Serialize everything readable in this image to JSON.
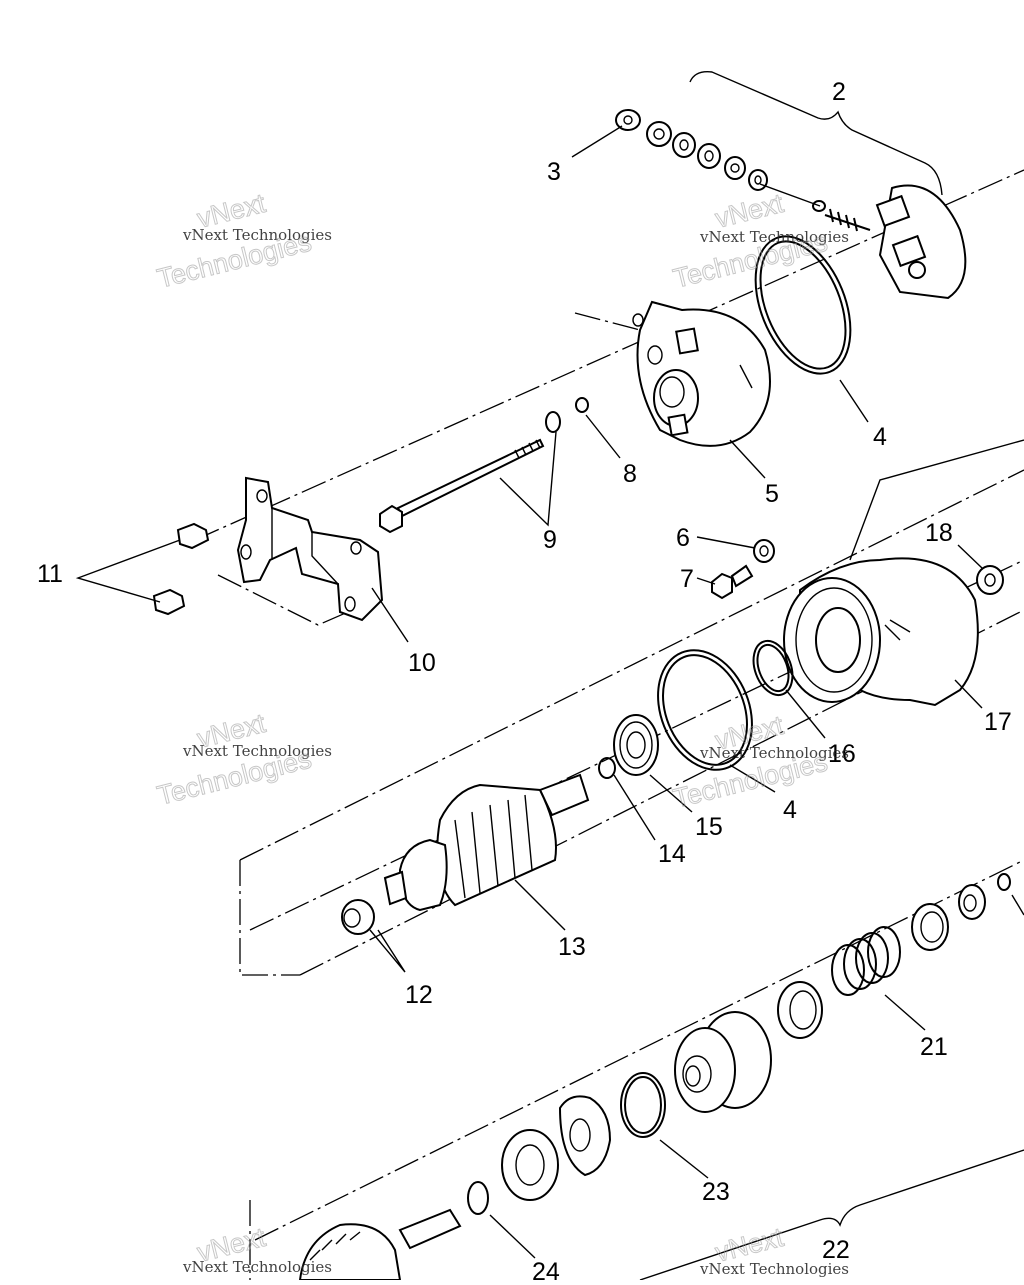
{
  "callouts": {
    "c2": "2",
    "c3": "3",
    "c4a": "4",
    "c4b": "4",
    "c5": "5",
    "c6": "6",
    "c7": "7",
    "c8": "8",
    "c9": "9",
    "c10": "10",
    "c11": "11",
    "c12": "12",
    "c13": "13",
    "c14": "14",
    "c15": "15",
    "c16": "16",
    "c17": "17",
    "c18": "18",
    "c21": "21",
    "c22": "22",
    "c23": "23",
    "c24": "24"
  },
  "watermark": {
    "line1": "vNext Technologies",
    "large_a": "vNext",
    "large_b": "Technologies"
  }
}
